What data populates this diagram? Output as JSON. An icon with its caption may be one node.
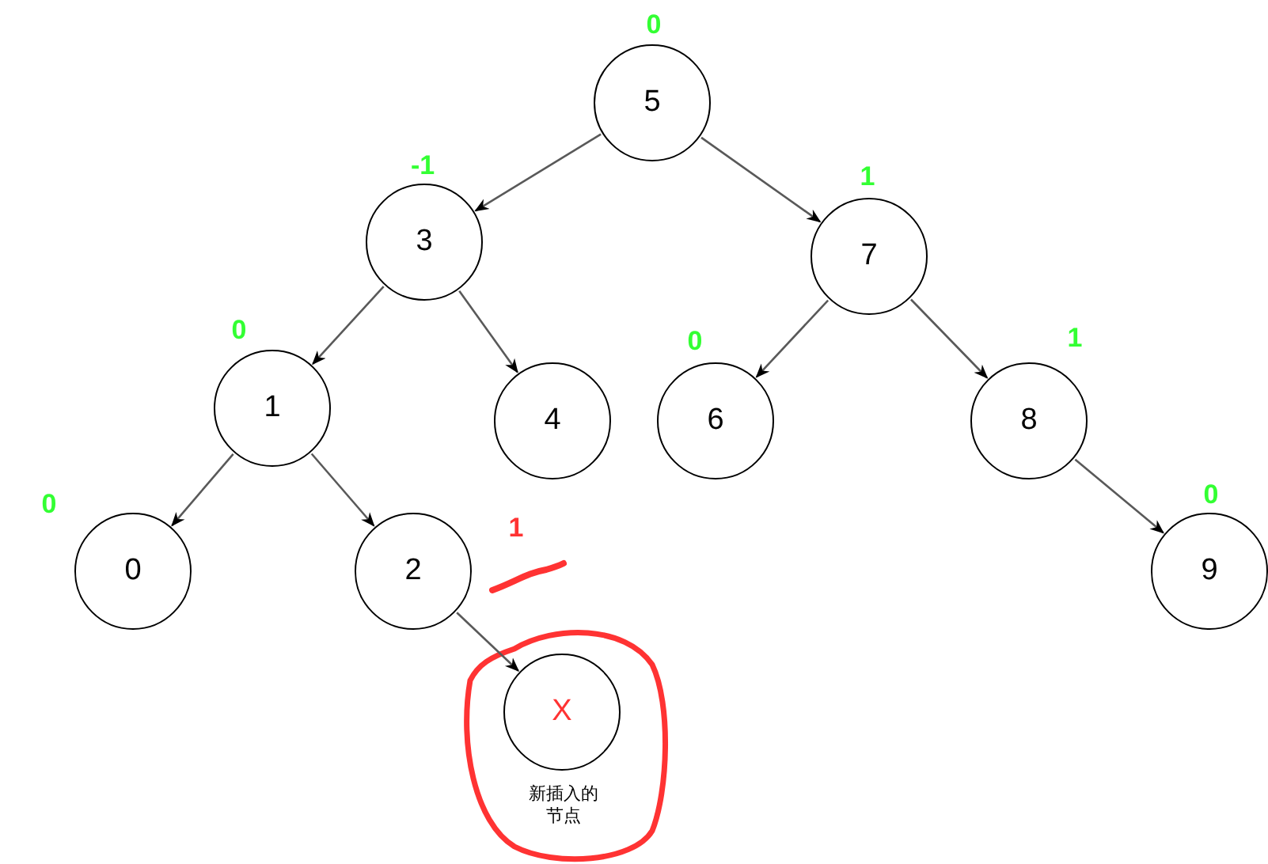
{
  "diagram": {
    "nodes": [
      {
        "text": [
          "5"
        ],
        "beside": [
          "0"
        ]
      },
      {
        "text": [
          "3"
        ],
        "beside": [
          "-1"
        ]
      },
      {
        "text": [
          "7"
        ],
        "beside": [
          "1"
        ]
      },
      {
        "text": [
          "1"
        ],
        "beside": [
          "0"
        ]
      },
      {
        "text": [
          "4"
        ]
      },
      {
        "text": [
          "6"
        ],
        "beside": [
          "0"
        ]
      },
      {
        "text": [
          "8"
        ],
        "beside": [
          "1"
        ]
      },
      {
        "text": [
          "0"
        ],
        "beside": [
          "0"
        ]
      },
      {
        "text": [
          "2"
        ],
        "beside": [
          "1"
        ]
      },
      {
        "text": [
          "9"
        ],
        "beside": [
          "0"
        ]
      },
      {
        "text": [
          "X"
        ],
        "beside": [
          "新插入的节点"
        ]
      }
    ],
    "edges": [
      {
        "from": 0,
        "to": 1,
        "arrow": "to"
      },
      {
        "from": 0,
        "to": 2,
        "arrow": "to"
      },
      {
        "from": 1,
        "to": 3,
        "arrow": "to"
      },
      {
        "from": 1,
        "to": 4,
        "arrow": "to"
      },
      {
        "from": 2,
        "to": 5,
        "arrow": "to"
      },
      {
        "from": 2,
        "to": 6,
        "arrow": "to"
      },
      {
        "from": 3,
        "to": 7,
        "arrow": "to"
      },
      {
        "from": 3,
        "to": 8,
        "arrow": "to"
      },
      {
        "from": 8,
        "to": 10,
        "arrow": "to"
      },
      {
        "from": 6,
        "to": 9,
        "arrow": "to"
      }
    ]
  }
}
